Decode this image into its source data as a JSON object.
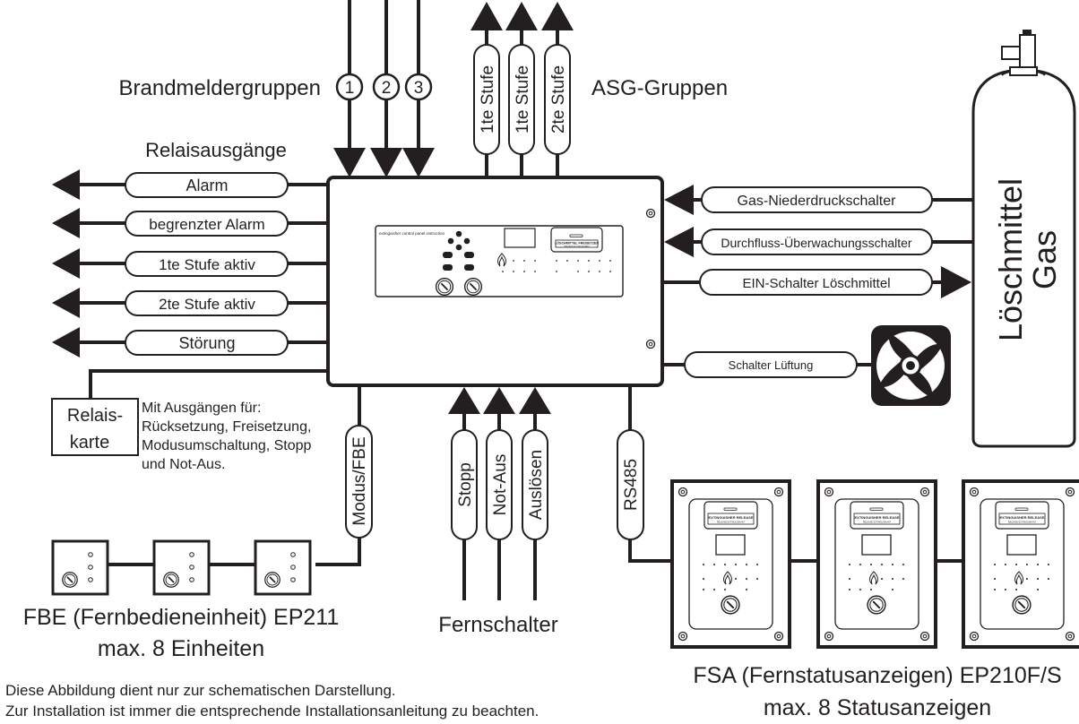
{
  "colors": {
    "ink": "#231f20",
    "paper": "#ffffff"
  },
  "labels": {
    "brandmeldergruppen": "Brandmeldergruppen",
    "asg_gruppen": "ASG-Gruppen",
    "relaisausgaenge": "Relaisausgänge",
    "fernschalter": "Fernschalter",
    "fbe_title": "FBE (Fernbedieneinheit) EP211",
    "fbe_max": "max. 8 Einheiten",
    "fsa_title": "FSA (Fernstatusanzeigen) EP210F/S",
    "fsa_max": "max. 8 Statusanzeigen",
    "disclaimer_1": "Diese Abbildung dient nur zur schematischen Darstellung.",
    "disclaimer_2": "Zur Installation ist immer die entsprechende Installationsanleitung zu beachten."
  },
  "detector_groups": [
    "1",
    "2",
    "3"
  ],
  "asg_groups": [
    "1te Stufe",
    "1te Stufe",
    "2te Stufe"
  ],
  "relay_outputs": [
    "Alarm",
    "begrenzter Alarm",
    "1te Stufe aktiv",
    "2te Stufe aktiv",
    "Störung"
  ],
  "relay_card": {
    "title_line1": "Relais-",
    "title_line2": "karte",
    "desc_1": "Mit Ausgängen für:",
    "desc_2": "Rücksetzung, Freisetzung,",
    "desc_3": "Modusumschaltung, Stopp",
    "desc_4": "und Not-Aus."
  },
  "right_inputs": [
    "Gas-Niederdruckschalter",
    "Durchfluss-Überwachungsschalter"
  ],
  "right_output": "EIN-Schalter Löschmittel",
  "ventilation": "Schalter Lüftung",
  "cylinder": {
    "line1": "Löschmittel",
    "line2": "Gas"
  },
  "panel": {
    "caption": "extinguisher control panel instruction",
    "release_label": "LÖSCHMITTEL FREISETZEN",
    "release_sub": "RELEASE EXTINGUISHANT"
  },
  "fsa_panel": {
    "release_label": "EXTINGUISHER RELEASE",
    "release_sub": "RELEASE EXTINGUISHANT"
  },
  "bottom_links": {
    "modus": "Modus/FBE",
    "rs485": "RS485"
  },
  "remote_switches": [
    "Stopp",
    "Not-Aus",
    "Auslösen"
  ]
}
